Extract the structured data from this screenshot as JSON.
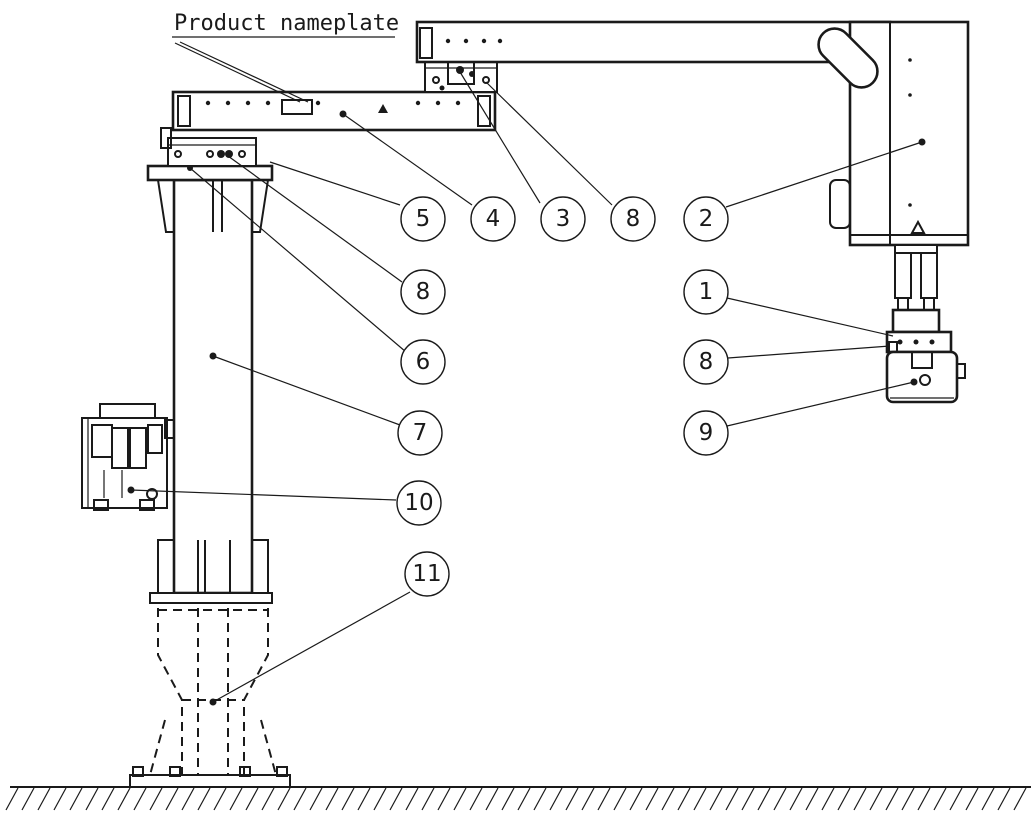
{
  "diagram": {
    "nameplate_label": "Product nameplate",
    "callouts": [
      {
        "id": "c5",
        "text": "5"
      },
      {
        "id": "c4",
        "text": "4"
      },
      {
        "id": "c3",
        "text": "3"
      },
      {
        "id": "c8a",
        "text": "8"
      },
      {
        "id": "c2",
        "text": "2"
      },
      {
        "id": "c8b",
        "text": "8"
      },
      {
        "id": "c6",
        "text": "6"
      },
      {
        "id": "c7",
        "text": "7"
      },
      {
        "id": "c10",
        "text": "10"
      },
      {
        "id": "c11",
        "text": "11"
      },
      {
        "id": "c1",
        "text": "1"
      },
      {
        "id": "c8c",
        "text": "8"
      },
      {
        "id": "c9",
        "text": "9"
      }
    ]
  }
}
